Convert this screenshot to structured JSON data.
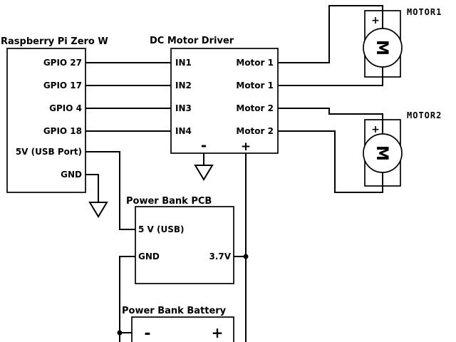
{
  "pi": {
    "title": "Raspberry Pi Zero W",
    "pins": [
      "GPIO 27",
      "GPIO 17",
      "GPIO 4",
      "GPIO 18",
      "5V (USB Port)",
      "GND"
    ]
  },
  "driver": {
    "title": "DC Motor Driver",
    "inputs": [
      "IN1",
      "IN2",
      "IN3",
      "IN4"
    ],
    "outputs": [
      "Motor 1",
      "Motor 1",
      "Motor 2",
      "Motor 2"
    ],
    "minus_label": "-",
    "plus_label": "+"
  },
  "power_pcb": {
    "title": "Power Bank PCB",
    "usb_pin": "5 V (USB)",
    "gnd_pin": "GND",
    "output_pin": "3.7V"
  },
  "battery": {
    "title": "Power Bank Battery",
    "minus_label": "-",
    "plus_label": "+"
  },
  "motors": [
    {
      "name": "MOTOR1",
      "plus": "+",
      "symbol": "M"
    },
    {
      "name": "MOTOR2",
      "plus": "+",
      "symbol": "M"
    }
  ],
  "colors": {
    "wire": "#000000",
    "background": "#ffffff"
  }
}
